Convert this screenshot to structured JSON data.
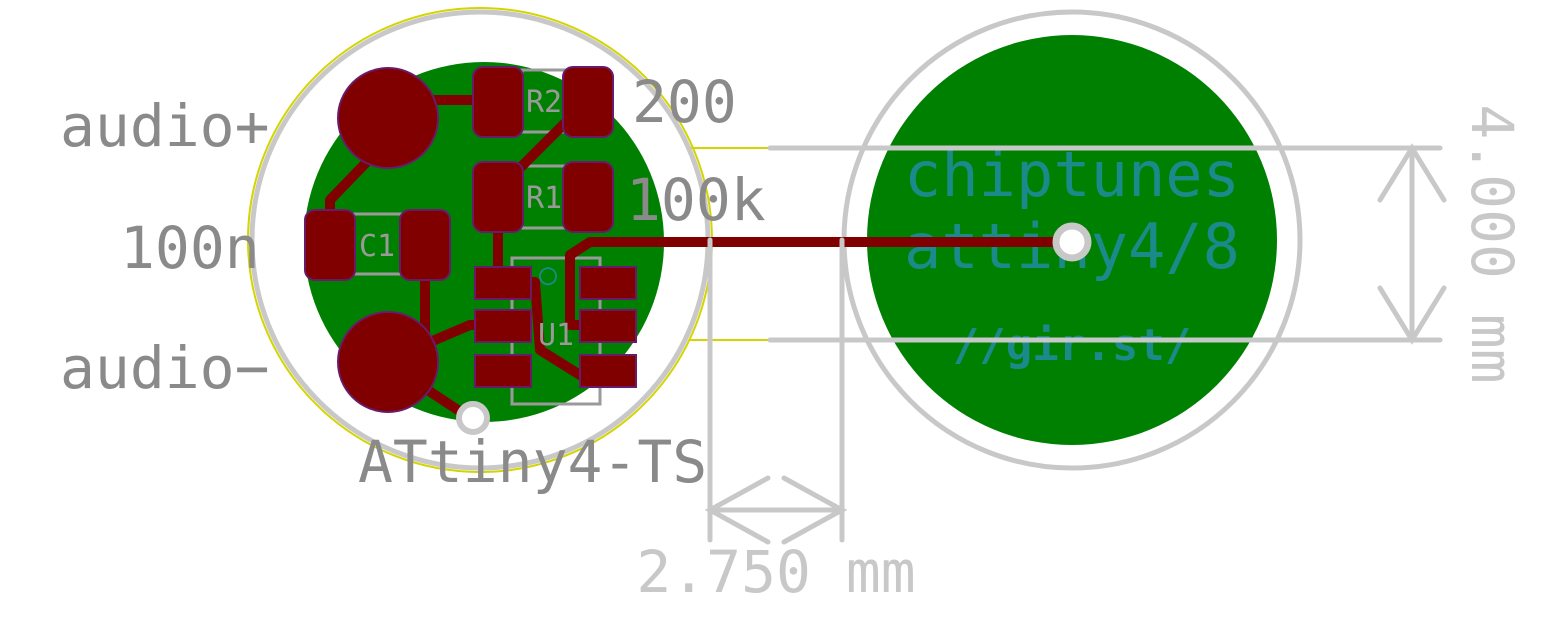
{
  "labels": {
    "audio_plus": "audio+",
    "audio_minus": "audio−",
    "cap_value": "100n",
    "r2_value": "200",
    "r1_value": "100k",
    "ic_value": "ATtiny4-TS"
  },
  "refdes": {
    "r2": "R2",
    "r1": "R1",
    "c1": "C1",
    "ic_pin1_mark": "○",
    "ic_ref": "U1"
  },
  "silkscreen": {
    "line1": "chiptunes",
    "line2": "attiny4/8",
    "line3": "//gir.st/"
  },
  "dimensions": {
    "width": "2.750 mm",
    "height": "4.000 mm"
  },
  "colors": {
    "copper": "#800000",
    "board": "#008000",
    "dimension": "#c8c8c8",
    "silk_text": "#1a8a8a",
    "outline": "#d4d400"
  }
}
